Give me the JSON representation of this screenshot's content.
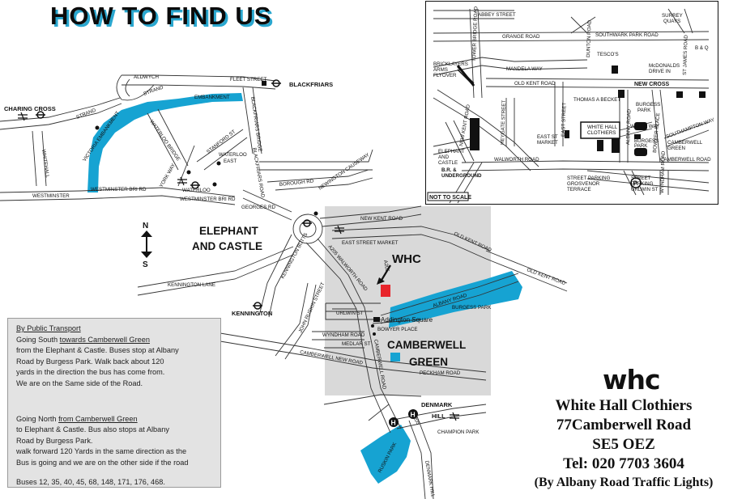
{
  "title": "HOW TO FIND US",
  "compass": {
    "north": "N",
    "south": "S"
  },
  "map": {
    "big": {
      "elephant": [
        "ELEPHANT",
        "AND CASTLE"
      ],
      "whc": "WHC",
      "camberwell": [
        "CAMBERWELL",
        "GREEN"
      ]
    },
    "stations": {
      "charing_cross": "CHARING CROSS",
      "blackfriars": "BLACKFRIARS",
      "kennington": "KENNINGTON",
      "denmark_hill": [
        "DENMARK",
        "HILL"
      ],
      "waterloo": "WATERLOO",
      "waterloo_east": [
        "WATERLOO",
        "EAST"
      ]
    },
    "roads": {
      "aldwych": "ALDWYCH",
      "fleet": "FLEET STREET",
      "strand1": "STRAND",
      "strand2": "STRAND",
      "embankment": "EMBANKMENT",
      "victoria_embankment": "VICTORIA EMBANKMENT",
      "waterloo_bridge": "WATERLOO BRIDGE",
      "whitehall": "WHITEHALL",
      "blackfriars_bridge": "BLACKFRIARS BRIDGE",
      "stamford": "STANFORD ST",
      "york": "YORK WAY",
      "westminster": "WESTMINSTER",
      "westminster_bri1": "WESTMINSTER BRI RD",
      "westminster_bri2": "WESTMINSTER BRI RD",
      "blackfriars_road": "BLACKFRIARS ROAD",
      "borough": "BOROUGH RD",
      "newington_causeway": "NEWINGTON CAUSEWAY",
      "georges": "GEORGES RD",
      "new_kent": "NEW KENT ROAD",
      "east_street_market": "EAST STREET MARKET",
      "old_kent1": "OLD KENT ROAD",
      "old_kent2": "OLD KENT ROAD",
      "a205": "A205",
      "walworth": "A205 WALWORTH ROAD",
      "kennington_butts": "KENNINGTON BUTTS",
      "kennington_lane": "KENNINGTON LANE",
      "albany": "ALBANY ROAD",
      "burgess_park": "BURGESS PARK",
      "urlwin": "URLWIN ST",
      "addington": "Addington Square",
      "bowyer": "BOWYER PLACE",
      "wyndham": "WYNDHAM ROAD",
      "john_ruskin": "JOHN RUSKIN STREET",
      "medlar": "MEDLAR ST",
      "camberwell_new": "CAMBERWELL NEW ROAD",
      "camberwell_road": "CAMBERWELL ROAD",
      "peckham": "PECKHAM ROAD",
      "a205b": "A205",
      "champion": "CHAMPION PARK",
      "denmark_hill_road": "DENMARK HILL",
      "ruskin_park": "RUSKIN PARK"
    }
  },
  "inset": {
    "not_to_scale": "NOT TO SCALE",
    "labels": {
      "abbey": "ABBEY STREET",
      "surrey1": "SURREY",
      "surrey2": "QUAYS",
      "grange": "GRANGE ROAD",
      "southwark_park": "SOUTHWARK PARK ROAD",
      "tower_bridge": "TOWER BRIDGE ROAD",
      "dunton": "DUNTON ROAD",
      "tescos": "TESCO'S",
      "mcdonalds1": "McDONALDS",
      "mcdonalds2": "DRIVE IN",
      "st_james": "ST JAMES ROAD",
      "bq": "B & Q",
      "bricklayers1": "BRICKLAYERS",
      "bricklayers2": "ARMS",
      "bricklayers3": "FLYOVER",
      "mandela": "MANDELA WAY",
      "old_kent": "OLD KENT ROAD",
      "new_cross": "NEW CROSS",
      "thomas": "THOMAS A BECKET",
      "burgess_park1": "BURGESS",
      "burgess_park2": "PARK",
      "white_hall1": "WHITE HALL",
      "white_hall2": "CLOTHIERS",
      "wells_way": "WELLS WAY",
      "southampton": "SOUTHAMPTON WAY",
      "new_kent": "NEW KENT ROAD",
      "heygate": "HEYGATE STREET",
      "east_street": "EAST STREET",
      "east_st_market1": "EAST ST",
      "east_st_market2": "MARKET",
      "albany": "ALBANY ROAD",
      "bowyer": "BOWYER PLACE",
      "burgess_park3": "BURGESS",
      "burgess_park4": "PARK",
      "camberwell1": "CAMBERWELL",
      "camberwell2": "GREEN",
      "elephant1": "ELEPHANT",
      "elephant2": "AND",
      "elephant3": "CASTLE",
      "br1": "B.R. &",
      "br2": "UNDERGROUND",
      "walworth": "WALWORTH ROAD",
      "camberwell_road": "CAMBERWELL ROAD",
      "street_parking1": "STREET PARKING",
      "street_parking2": "GROSVENOR",
      "street_parking3": "TERRACE",
      "street_parking4": "STREET",
      "street_parking5": "PARKING",
      "street_parking6": "URLWIN ST",
      "wyndham": "WYNDHAM ROAD",
      "parking": "P"
    }
  },
  "directions": {
    "public_transport": "By Public Transport",
    "south_1a": "Going South ",
    "south_1b": "towards Camberwell Green",
    "south_2": "from the Elephant & Castle. Buses stop at Albany",
    "south_3": "Road by Burgess Park. Walk back about 120",
    "south_4": "yards in the direction the bus has come from.",
    "south_5": "We are on the Same side of the Road.",
    "north_1a": "Going North ",
    "north_1b": "from Camberwell Green",
    "north_2": "to Elephant & Castle. Bus also stops at Albany",
    "north_3": "Road by Burgess Park.",
    "north_4": "walk forward 120 Yards in the same direction as the",
    "north_5": "Bus is going and we are on the other side if the road",
    "buses": "Buses  12, 35, 40,  45, 68, 148, 171, 176, 468."
  },
  "logo": "whc",
  "address": {
    "name": "White Hall Clothiers",
    "street": "77Camberwell Road",
    "postcode": "SE5 OEZ",
    "tel": "Tel: 020 7703 3604",
    "note": "(By Albany Road Traffic Lights)"
  },
  "colors": {
    "water": "#16a3d2",
    "marker": "#e8242b",
    "highlight": "#d9d9d9",
    "shadow": "#2aa7cf"
  },
  "icons": [
    "underground-roundel-icon",
    "rail-icon",
    "hospital-icon",
    "parking-icon",
    "arrow-icon"
  ]
}
